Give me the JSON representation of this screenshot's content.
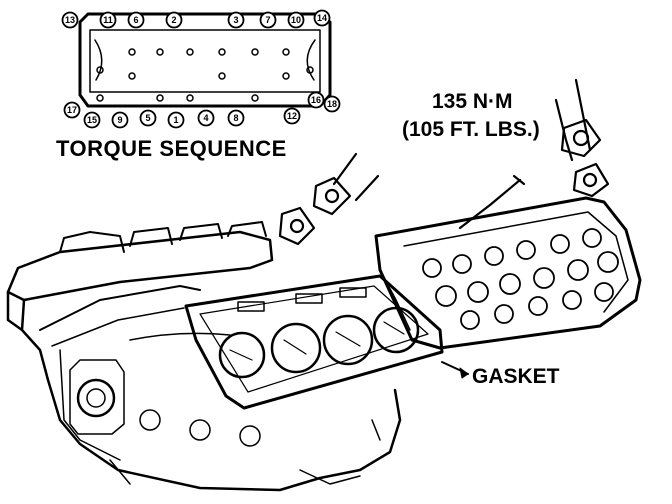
{
  "diagram": {
    "torque_label": "TORQUE SEQUENCE",
    "torque_spec_metric": "135 N·M",
    "torque_spec_imperial": "(105 FT. LBS.)",
    "gasket_label": "GASKET",
    "sequence_numbers": [
      "13",
      "11",
      "6",
      "2",
      "3",
      "7",
      "10",
      "14",
      "17",
      "15",
      "9",
      "5",
      "1",
      "4",
      "8",
      "12",
      "16",
      "18"
    ],
    "ink_color": "#000000",
    "paper_color": "#ffffff"
  }
}
